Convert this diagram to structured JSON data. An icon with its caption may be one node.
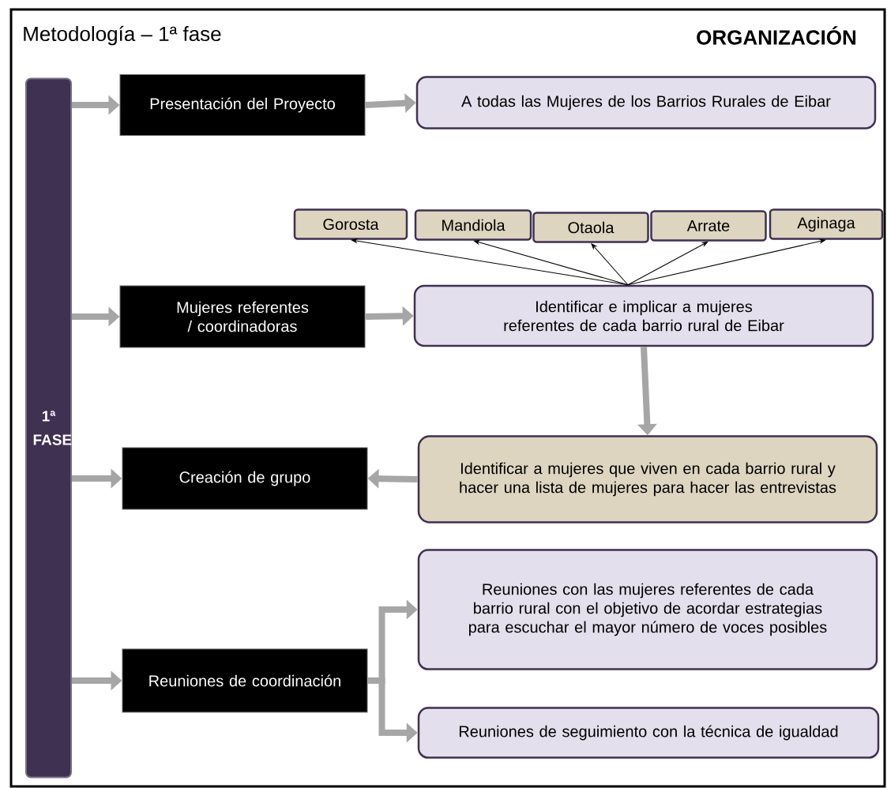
{
  "diagram": {
    "title": "Metodología – 1ª fase",
    "nodes": [
      {
        "text": [
          "1ª FASE"
        ]
      },
      {
        "text": [
          "Presentación del Proyecto"
        ]
      },
      {
        "text": [
          "A todas las Mujeres de los Barrios Rurales de Eibar"
        ]
      },
      {
        "text": [
          "Gorosta"
        ]
      },
      {
        "text": [
          "Mandiola"
        ]
      },
      {
        "text": [
          "Otaola"
        ]
      },
      {
        "text": [
          "Arrate"
        ]
      },
      {
        "text": [
          "Aginaga"
        ]
      },
      {
        "text": [
          "Mujeres referentes / coordinadoras"
        ]
      },
      {
        "text": [
          "Identificar e implicar a mujeres referentes de cada barrio rural de Eibar"
        ]
      },
      {
        "text": [
          "Creación de grupo"
        ]
      },
      {
        "text": [
          "Identificar a mujeres que viven en cada barrio rural y hacer una lista de mujeres para hacer las entrevistas"
        ]
      },
      {
        "text": [
          "Reuniones de coordinación"
        ]
      },
      {
        "text": [
          "Reuniones con las mujeres referentes de cada barrio rural con el objetivo de acordar estrategias para escuchar  el mayor número de voces posibles"
        ]
      },
      {
        "text": [
          "Reuniones de seguimiento con la  técnica de igualdad"
        ]
      }
    ],
    "edges": [
      {
        "from": 0,
        "to": 1,
        "arrow": "to"
      },
      {
        "from": 1,
        "to": 2,
        "arrow": "to"
      },
      {
        "from": 9,
        "to": 3,
        "arrow": "to",
        "color": "#000000"
      },
      {
        "from": 9,
        "to": 4,
        "arrow": "to",
        "color": "#000000"
      },
      {
        "from": 9,
        "to": 5,
        "arrow": "to",
        "color": "#000000"
      },
      {
        "from": 9,
        "to": 6,
        "arrow": "to",
        "color": "#000000"
      },
      {
        "from": 9,
        "to": 7,
        "arrow": "to",
        "color": "#000000"
      },
      {
        "from": 0,
        "to": 8,
        "arrow": "to"
      },
      {
        "from": 8,
        "to": 9,
        "arrow": "to"
      },
      {
        "from": 9,
        "to": 11,
        "arrow": "to"
      },
      {
        "from": 0,
        "to": 10,
        "arrow": "to"
      },
      {
        "from": 11,
        "to": 10,
        "arrow": "to"
      },
      {
        "from": 0,
        "to": 12,
        "arrow": "to"
      },
      {
        "from": 12,
        "to": 13,
        "arrow": "to"
      },
      {
        "from": 12,
        "to": 14,
        "arrow": "to"
      }
    ],
    "labels": [
      "ORGANIZACIÓN"
    ]
  }
}
